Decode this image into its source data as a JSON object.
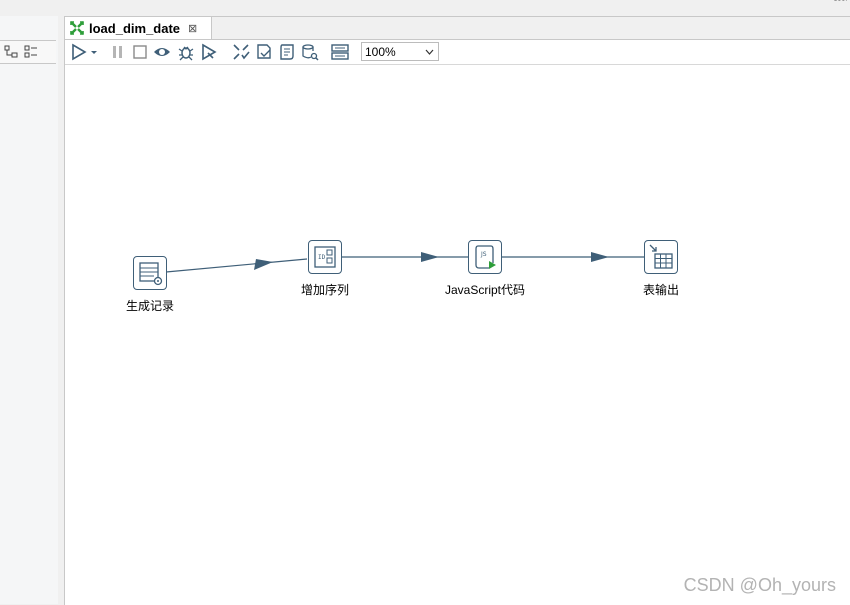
{
  "tab": {
    "title": "load_dim_date",
    "close_glyph": "⊠"
  },
  "toolbar": {
    "zoom_value": "100%",
    "icons": [
      "run-icon",
      "run-dropdown-icon",
      "pause-icon",
      "stop-icon",
      "preview-icon",
      "debug-icon",
      "replay-icon",
      "verify-icon",
      "analyze-impact-icon",
      "sql-icon",
      "database-explore-icon",
      "show-results-icon"
    ]
  },
  "steps": [
    {
      "label": "生成记录",
      "icon": "generate-rows-icon"
    },
    {
      "label": "增加序列",
      "icon": "add-sequence-icon"
    },
    {
      "label": "JavaScript代码",
      "icon": "javascript-icon"
    },
    {
      "label": "表输出",
      "icon": "table-output-icon"
    }
  ],
  "watermark": "CSDN @Oh_yours",
  "colors": {
    "hop": "#3f5f78",
    "accent": "#2e9e3a"
  }
}
